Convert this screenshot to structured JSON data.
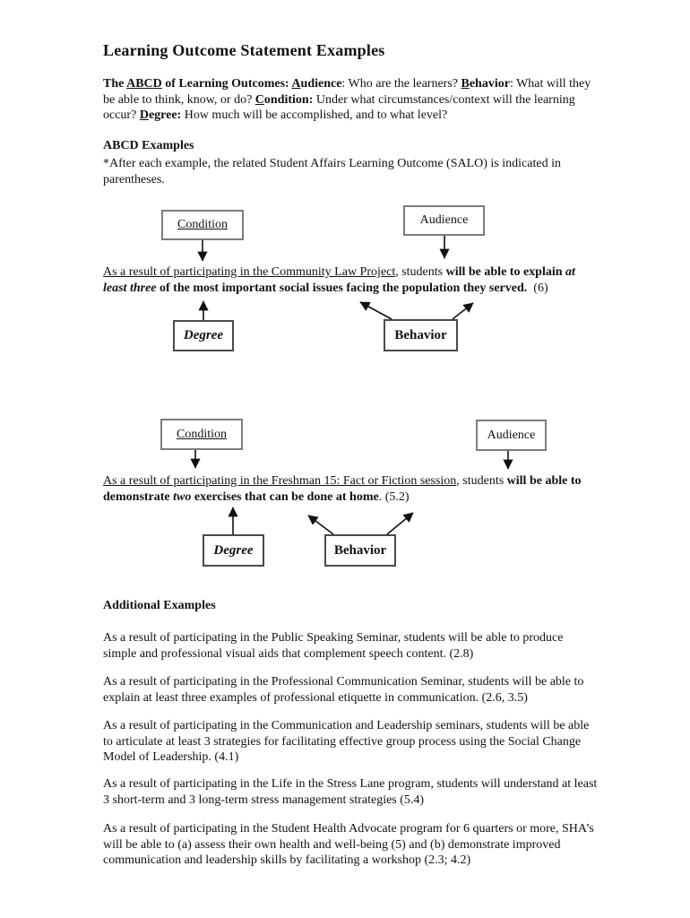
{
  "page": {
    "title": "Learning Outcome Statement Examples"
  },
  "intro": {
    "runs": [
      {
        "t": "The ",
        "b": true
      },
      {
        "t": "ABCD",
        "b": true,
        "u": true
      },
      {
        "t": " of Learning Outcomes: ",
        "b": true
      },
      {
        "t": "A",
        "b": true,
        "u": true
      },
      {
        "t": "udience",
        "b": true
      },
      {
        "t": ": Who are the learners? "
      },
      {
        "t": "B",
        "b": true,
        "u": true
      },
      {
        "t": "ehavior",
        "b": true
      },
      {
        "t": ": What will they be able to think, know, or do? "
      },
      {
        "t": "C",
        "b": true,
        "u": true
      },
      {
        "t": "ondition:",
        "b": true
      },
      {
        "t": " Under what circumstances/context will the learning occur? "
      },
      {
        "t": "D",
        "b": true,
        "u": true
      },
      {
        "t": "egree:",
        "b": true
      },
      {
        "t": " How much will be accomplished, and to what level?"
      }
    ]
  },
  "abcd_examples": {
    "heading": "ABCD Examples",
    "note": "*After each example, the related Student Affairs Learning Outcome (SALO) is indicated in parentheses."
  },
  "diagram1": {
    "condition_label": "Condition",
    "audience_label": "Audience",
    "degree_label": "Degree",
    "behavior_label": "Behavior",
    "sentence_runs": [
      {
        "t": "As a result of participating in the Community Law Project",
        "u": true
      },
      {
        "t": ", students "
      },
      {
        "t": "will be able to explain ",
        "b": true
      },
      {
        "t": "at least three",
        "b": true,
        "i": true
      },
      {
        "t": " of the most important social issues facing the population they served.",
        "b": true
      },
      {
        "t": "  (6)"
      }
    ]
  },
  "diagram2": {
    "condition_label": "Condition",
    "audience_label": "Audience",
    "degree_label": "Degree",
    "behavior_label": "Behavior",
    "sentence_runs": [
      {
        "t": "As a result of participating in the Freshman 15: Fact or Fiction session",
        "u": true
      },
      {
        "t": ", students "
      },
      {
        "t": "will be able to demonstrate ",
        "b": true
      },
      {
        "t": "two",
        "b": true,
        "i": true
      },
      {
        "t": " exercises that can be done at home",
        "b": true
      },
      {
        "t": ". (5.2)"
      }
    ]
  },
  "additional": {
    "heading": "Additional Examples",
    "paragraphs": [
      "As a result of participating in the Public Speaking Seminar, students will be able to produce simple and professional visual aids that complement speech content. (2.8)",
      "As a result of participating in the Professional Communication Seminar, students will be able to explain at least three examples of professional etiquette in communication. (2.6, 3.5)",
      "As a result of participating in the Communication and Leadership seminars, students will be able to articulate at least 3 strategies for facilitating effective group process using the Social Change Model of Leadership. (4.1)",
      "As a result of participating in the Life in the Stress Lane program, students will understand at least 3 short-term and 3 long-term stress management strategies (5.4)",
      "As a result of participating in the Student Health Advocate program for 6 quarters or more, SHA’s will be able to (a) assess their own health and well-being (5) and (b) demonstrate improved communication and leadership skills by facilitating a workshop (2.3; 4.2)"
    ]
  }
}
